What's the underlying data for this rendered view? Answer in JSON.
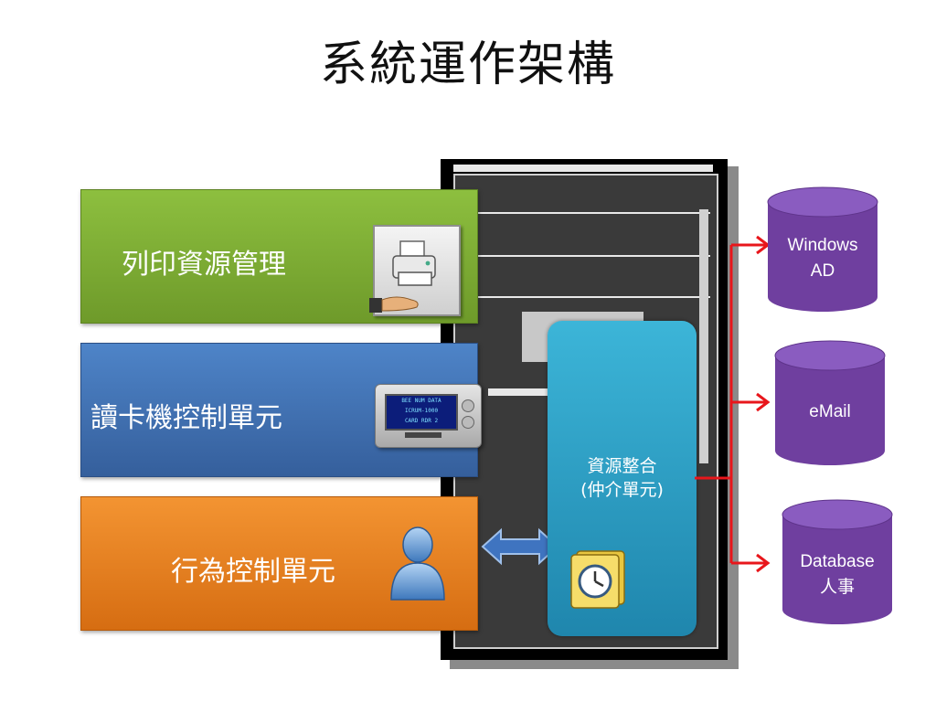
{
  "title": "系統運作架構",
  "rows": [
    {
      "label": "列印資源管理",
      "color": "#7aaa30"
    },
    {
      "label": "讀卡機控制單元",
      "color": "#4272b4"
    },
    {
      "label": "行為控制單元",
      "color": "#ee8424"
    }
  ],
  "hub": {
    "line1": "資源整合",
    "line2": "(仲介單元)",
    "color": "#2ea3cb"
  },
  "reader_screen": {
    "line1": "BEE NUM DATA",
    "line2": "ICRUM-1000",
    "line3": "CARD RDR 2"
  },
  "targets": [
    {
      "line1": "Windows",
      "line2": "AD"
    },
    {
      "line1": "eMail",
      "line2": ""
    },
    {
      "line1": "Database",
      "line2": "人事"
    }
  ],
  "colors": {
    "arrow": "#e8161b",
    "database": "#7040a0",
    "swap_arrow": "#3f74c0"
  },
  "icons": [
    "printer-icon",
    "hand-icon",
    "card-reader-icon",
    "user-icon",
    "clock-icon"
  ]
}
